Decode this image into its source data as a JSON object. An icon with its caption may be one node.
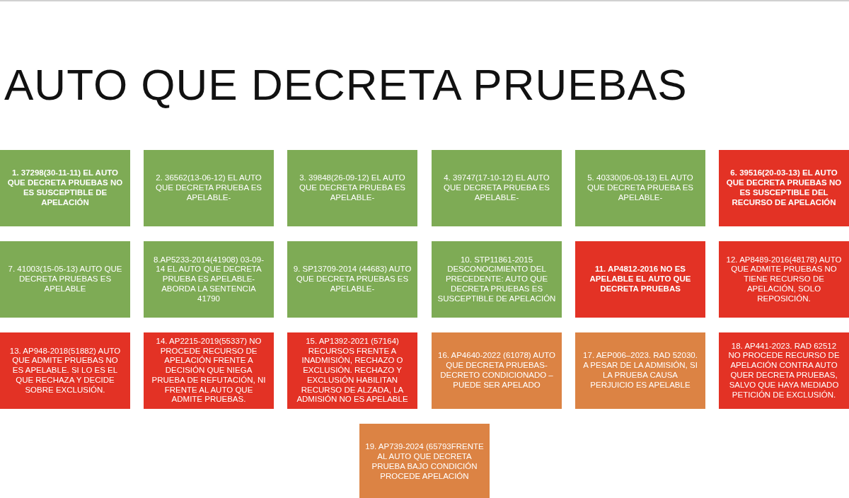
{
  "diagram": {
    "title": "AUTO QUE DECRETA PRUEBAS",
    "nodes": [
      {
        "text": [
          "1. 37298(30-11-11) EL AUTO QUE DECRETA PRUEBAS NO ES SUSCEPTIBLE DE APELACIÓN"
        ]
      },
      {
        "text": [
          "2. 36562(13-06-12) EL AUTO QUE DECRETA PRUEBA ES APELABLE-"
        ]
      },
      {
        "text": [
          "3. 39848(26-09-12) EL AUTO QUE DECRETA PRUEBA ES APELABLE-"
        ]
      },
      {
        "text": [
          "4. 39747(17-10-12) EL AUTO QUE DECRETA PRUEBA ES APELABLE-"
        ]
      },
      {
        "text": [
          "5. 40330(06-03-13) EL AUTO QUE DECRETA PRUEBA ES APELABLE-"
        ]
      },
      {
        "text": [
          "6. 39516(20-03-13) EL AUTO QUE DECRETA PRUEBAS NO ES SUSCEPTIBLE DEL RECURSO DE APELACIÓN"
        ]
      },
      {
        "text": [
          "7. 41003(15-05-13) AUTO QUE DECRETA PRUEBAS ES APELABLE"
        ]
      },
      {
        "text": [
          "8.AP5233-2014(41908) 03-09-14 EL AUTO QUE DECRETA PRUEBA ES APELABLE- ABORDA LA SENTENCIA 41790"
        ]
      },
      {
        "text": [
          "9. SP13709-2014 (44683) AUTO QUE DECRETA PRUEBAS ES APELABLE-"
        ]
      },
      {
        "text": [
          "10. STP11861-2015 DESCONOCIMIENTO DEL PRECEDENTE: AUTO QUE DECRETA PRUEBAS ES SUSCEPTIBLE DE APELACIÓN"
        ]
      },
      {
        "text": [
          "11. AP4812-2016 NO ES APELABLE EL AUTO QUE DECRETA PRUEBAS"
        ]
      },
      {
        "text": [
          "12. AP8489-2016(48178) AUTO QUE ADMITE PRUEBAS NO TIENE RECURSO DE APELACIÓN, SOLO REPOSICIÓN."
        ]
      },
      {
        "text": [
          "13. AP948-2018(51882) AUTO QUE ADMITE PRUEBAS NO ES APELABLE. SI LO ES EL QUE RECHAZA Y DECIDE SOBRE EXCLUSIÓN."
        ]
      },
      {
        "text": [
          "14. AP2215-2019(55337) NO PROCEDE RECURSO DE APELACIÓN FRENTE A DECISIÓN QUE NIEGA PRUEBA DE REFUTACIÓN, NI FRENTE AL AUTO QUE ADMITE PRUEBAS."
        ]
      },
      {
        "text": [
          "15. AP1392-2021 (57164) RECURSOS FRENTE A INADMISIÓN, RECHAZO O EXCLUSIÓN. RECHAZO Y EXCLUSIÓN HABILITAN RECURSO DE ALZADA, LA ADMISIÓN NO ES APELABLE"
        ]
      },
      {
        "text": [
          "16. AP4640-2022 (61078) AUTO QUE DECRETA PRUEBAS- DECRETO CONDICIONADO – PUEDE SER APELADO"
        ]
      },
      {
        "text": [
          "17. AEP006–2023. RAD 52030. A PESAR DE LA ADMISIÓN, SI LA PRUEBA CAUSA PERJUICIO ES APELABLE"
        ]
      },
      {
        "text": [
          "18. AP441-2023. RAD 62512 NO PROCEDE RECURSO DE APELACIÓN CONTRA AUTO QUER DECRETA PRUEBAS, SALVO QUE HAYA MEDIADO PETICIÓN DE EXCLUSIÓN."
        ]
      },
      {
        "text": [
          "19. AP739-2024 (65793FRENTE AL AUTO QUE DECRETA PRUEBA BAJO CONDICIÓN PROCEDE APELACIÓN"
        ]
      }
    ],
    "edges": []
  }
}
